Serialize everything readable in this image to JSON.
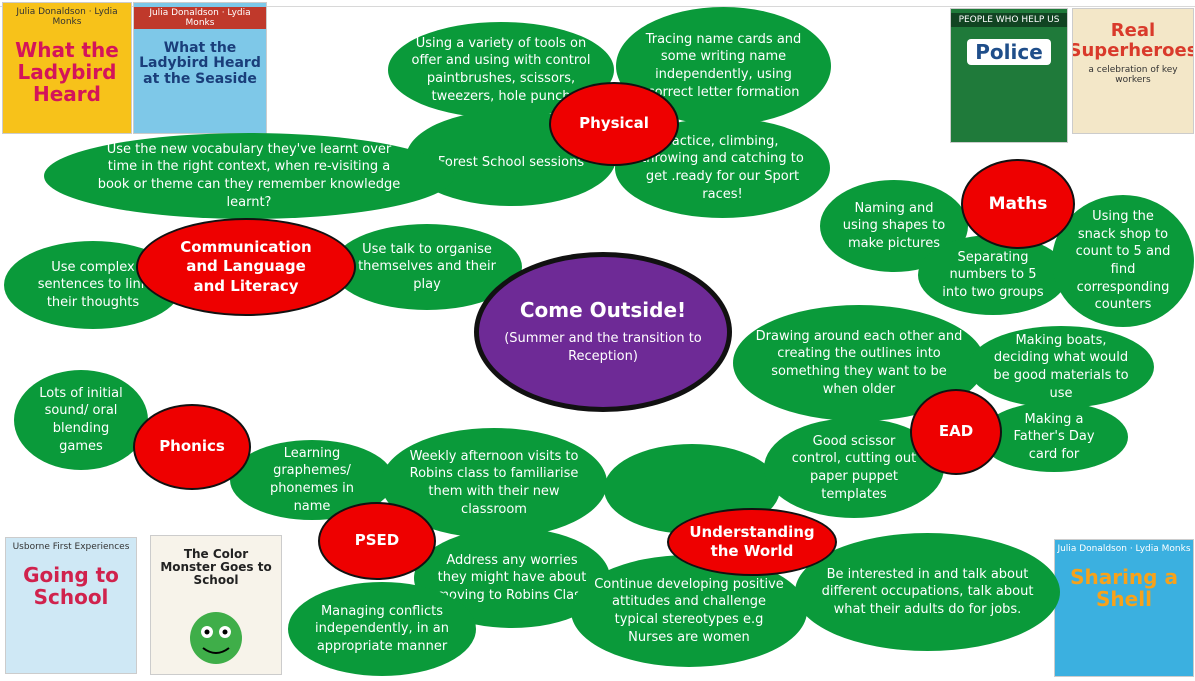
{
  "center": {
    "title": "Come Outside!",
    "subtitle": "(Summer and the transition to Reception)"
  },
  "hubs": {
    "physical": "Physical",
    "maths": "Maths",
    "cll": "Communication and Language and Literacy",
    "phonics": "Phonics",
    "psed": "PSED",
    "ead": "EAD",
    "utw": "Understanding the World"
  },
  "bubbles": {
    "tools": "Using a variety of tools on offer and using with control paintbrushes, scissors, tweezers, hole punch",
    "tracing": "Tracing name cards and some writing name independently, using correct letter formation",
    "forest": "Forest School sessions",
    "practice": "ractice, climbing, throwing and catching to get .ready for our Sport races!",
    "vocab": "Use the new vocabulary they've learnt over time in the right context, when re-visiting a book or theme can they remember knowledge learnt?",
    "complex": "Use complex sentences to link their thoughts",
    "talk": "Use talk to organise themselves and their play",
    "shapes": "Naming and using shapes to make pictures",
    "separating": "Separating numbers to 5 into two groups",
    "snack": "Using the snack shop to count to 5 and find corresponding counters",
    "drawing": "Drawing around each other and creating the outlines into something they want to be when older",
    "boats": "Making boats, deciding what would be good materials to use",
    "fathers": "Making a Father's Day card for",
    "scissor": "Good scissor control, cutting out paper puppet templates",
    "sound": "Lots of initial sound/ oral blending games",
    "graphemes": "Learning graphemes/ phonemes in name",
    "weekly": "Weekly afternoon visits to Robins class to familiarise them with their new classroom",
    "worries": "Address any worries they might have about moving to Robins Class",
    "conflicts": "Managing conflicts independently, in an appropriate manner",
    "positive": "Continue developing positive attitudes and challenge typical stereotypes e.g Nurses are women",
    "occupations": "Be interested in and talk about different occupations, talk about what their adults do for jobs."
  },
  "books": {
    "ladybird": {
      "title": "What the Ladybird Heard",
      "authors": "Julia Donaldson · Lydia Monks"
    },
    "seaside": {
      "title": "What the Ladybird Heard at the Seaside",
      "authors": "Julia Donaldson · Lydia Monks"
    },
    "police": {
      "title": "Police",
      "series": "PEOPLE WHO HELP US"
    },
    "superheroes": {
      "title": "Real Superheroes",
      "sub": "a celebration of key workers"
    },
    "school": {
      "title": "Going to School",
      "series": "Usborne First Experiences"
    },
    "monster": {
      "title": "The Color Monster Goes to School"
    },
    "shell": {
      "title": "Sharing a Shell",
      "authors": "Julia Donaldson · Lydia Monks"
    }
  },
  "colors": {
    "bubble": "#0a9a3a",
    "hub": "#ee0000",
    "center": "#6e2a96"
  }
}
